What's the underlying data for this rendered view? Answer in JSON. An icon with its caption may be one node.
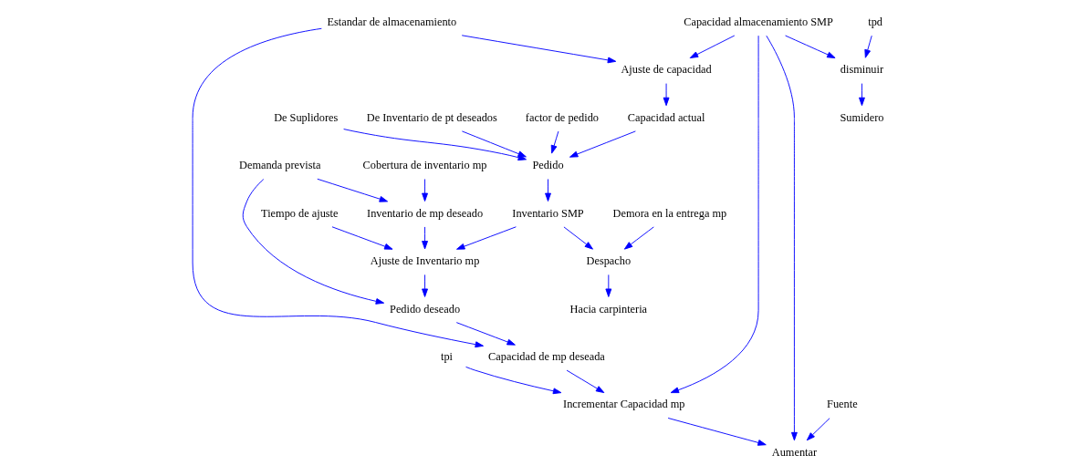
{
  "diagram": {
    "nodes": [
      {
        "text": [
          "factor de pedido"
        ]
      },
      {
        "text": [
          "De Suplidores"
        ]
      },
      {
        "text": [
          "Pedido"
        ]
      },
      {
        "text": [
          "De Inventario de pt deseados"
        ]
      },
      {
        "text": [
          "Inventario SMP"
        ]
      },
      {
        "text": [
          "Despacho"
        ]
      },
      {
        "text": [
          "Hacia carpinteria"
        ]
      },
      {
        "text": [
          "Tiempo de ajuste"
        ]
      },
      {
        "text": [
          "Demora en la entrega mp"
        ]
      },
      {
        "text": [
          "Ajuste de Inventario mp"
        ]
      },
      {
        "text": [
          "Capacidad actual"
        ]
      },
      {
        "text": [
          "Inventario de mp deseado"
        ]
      },
      {
        "text": [
          "Estandar de almacenamiento"
        ]
      },
      {
        "text": [
          "Pedido deseado"
        ]
      },
      {
        "text": [
          "Ajuste de capacidad"
        ]
      },
      {
        "text": [
          "Cobertura de inventario mp"
        ]
      },
      {
        "text": [
          "Demanda prevista"
        ]
      },
      {
        "text": [
          "Capacidad de mp deseada"
        ]
      },
      {
        "text": [
          "Incrementar Capacidad mp"
        ]
      },
      {
        "text": [
          "tpi"
        ]
      },
      {
        "text": [
          "tpd"
        ]
      },
      {
        "text": [
          "Sumidero"
        ]
      },
      {
        "text": [
          "disminuir"
        ]
      },
      {
        "text": [
          "Capacidad almacenamiento SMP"
        ]
      },
      {
        "text": [
          "Aumentar"
        ]
      },
      {
        "text": [
          "Fuente"
        ]
      }
    ],
    "edges": [
      {
        "from": 1,
        "to": 2,
        "arrow": "to"
      },
      {
        "from": 0,
        "to": 2,
        "arrow": "to"
      },
      {
        "from": 3,
        "to": 2,
        "arrow": "to"
      },
      {
        "from": 2,
        "to": 4,
        "arrow": "to"
      },
      {
        "from": 4,
        "to": 5,
        "arrow": "to"
      },
      {
        "from": 5,
        "to": 6,
        "arrow": "to"
      },
      {
        "from": 8,
        "to": 5,
        "arrow": "to"
      },
      {
        "from": 4,
        "to": 9,
        "arrow": "to"
      },
      {
        "from": 7,
        "to": 9,
        "arrow": "to"
      },
      {
        "from": 11,
        "to": 9,
        "arrow": "to"
      },
      {
        "from": 9,
        "to": 13,
        "arrow": "to"
      },
      {
        "from": 10,
        "to": 2,
        "arrow": "to"
      },
      {
        "from": 14,
        "to": 10,
        "arrow": "to"
      },
      {
        "from": 12,
        "to": 14,
        "arrow": "to"
      },
      {
        "from": 12,
        "to": 17,
        "arrow": "to"
      },
      {
        "from": 13,
        "to": 17,
        "arrow": "to"
      },
      {
        "from": 16,
        "to": 13,
        "arrow": "to"
      },
      {
        "from": 16,
        "to": 11,
        "arrow": "to"
      },
      {
        "from": 15,
        "to": 11,
        "arrow": "to"
      },
      {
        "from": 17,
        "to": 18,
        "arrow": "to"
      },
      {
        "from": 19,
        "to": 18,
        "arrow": "to"
      },
      {
        "from": 18,
        "to": 24,
        "arrow": "to"
      },
      {
        "from": 25,
        "to": 24,
        "arrow": "to"
      },
      {
        "from": 23,
        "to": 24,
        "arrow": "to"
      },
      {
        "from": 23,
        "to": 18,
        "arrow": "to"
      },
      {
        "from": 23,
        "to": 22,
        "arrow": "to"
      },
      {
        "from": 23,
        "to": 14,
        "arrow": "to"
      },
      {
        "from": 20,
        "to": 22,
        "arrow": "to"
      },
      {
        "from": 22,
        "to": 21,
        "arrow": "to"
      }
    ]
  }
}
